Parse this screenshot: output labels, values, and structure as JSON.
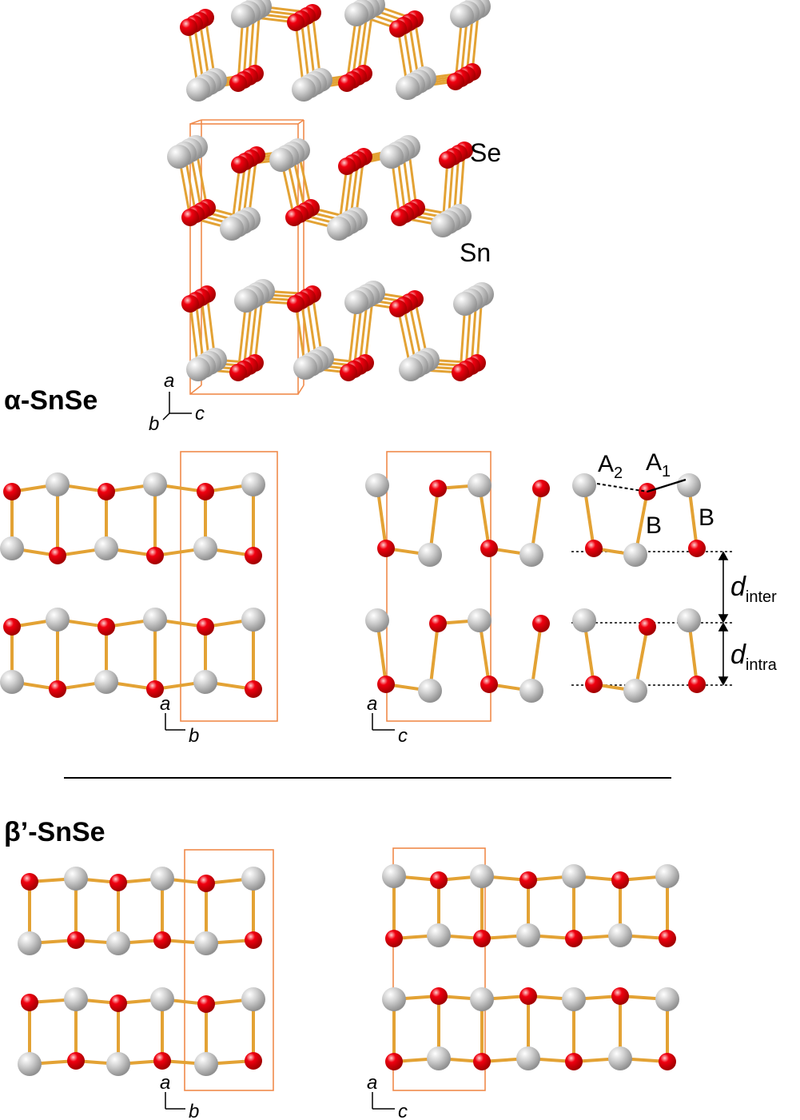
{
  "colors": {
    "sn": "#c8c8c8",
    "se": "#e8000a",
    "bond": "#e3a234",
    "cell": "#f08a4b",
    "text": "#000000"
  },
  "alpha": {
    "title": "α-SnSe",
    "species": {
      "se": "Se",
      "sn": "Sn"
    },
    "axes_3d": {
      "a": "a",
      "b": "b",
      "c": "c"
    },
    "view_ab": {
      "axis1": "a",
      "axis2": "b"
    },
    "view_ac": {
      "axis1": "a",
      "axis2": "c"
    },
    "bonds": {
      "a2_main": "A",
      "a2_sub": "2",
      "a1_main": "A",
      "a1_sub": "1",
      "b_left": "B",
      "b_right": "B"
    },
    "distances": {
      "d_main_1": "d",
      "d_sub_1": "inter",
      "d_main_2": "d",
      "d_sub_2": "intra"
    }
  },
  "beta": {
    "title": "β’-SnSe",
    "view_ab": {
      "axis1": "a",
      "axis2": "b"
    },
    "view_ac": {
      "axis1": "a",
      "axis2": "c"
    }
  }
}
